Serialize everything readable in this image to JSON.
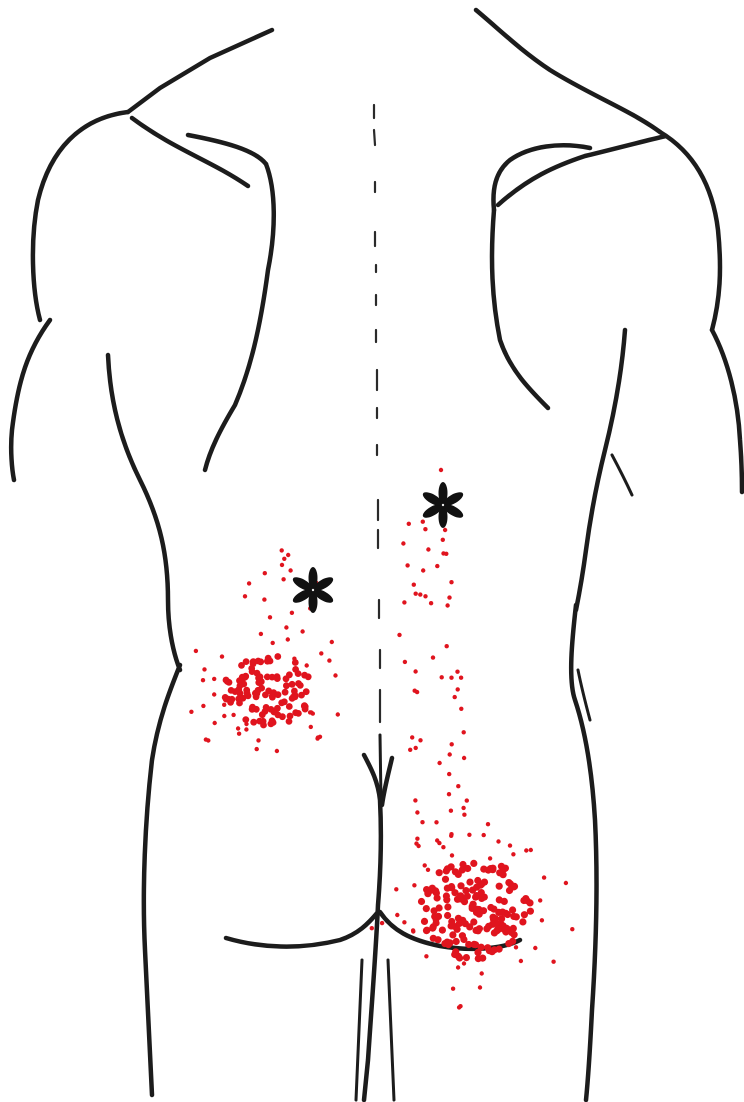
{
  "figure": {
    "subject": "back-view-body-outline",
    "colors": {
      "outline": "#1c1c1c",
      "referral_dots": "#e0141e",
      "trigger_mark": "#111111"
    },
    "markers": [
      {
        "name": "trigger-point-left",
        "symbol": "asterisk-icon"
      },
      {
        "name": "trigger-point-right",
        "symbol": "asterisk-icon"
      }
    ],
    "pain_zones": [
      {
        "name": "left-flank-zone",
        "pattern": "dense-core-with-scattered-spillover"
      },
      {
        "name": "right-buttock-zone",
        "pattern": "dense-core-with-scattered-spillover"
      }
    ]
  }
}
